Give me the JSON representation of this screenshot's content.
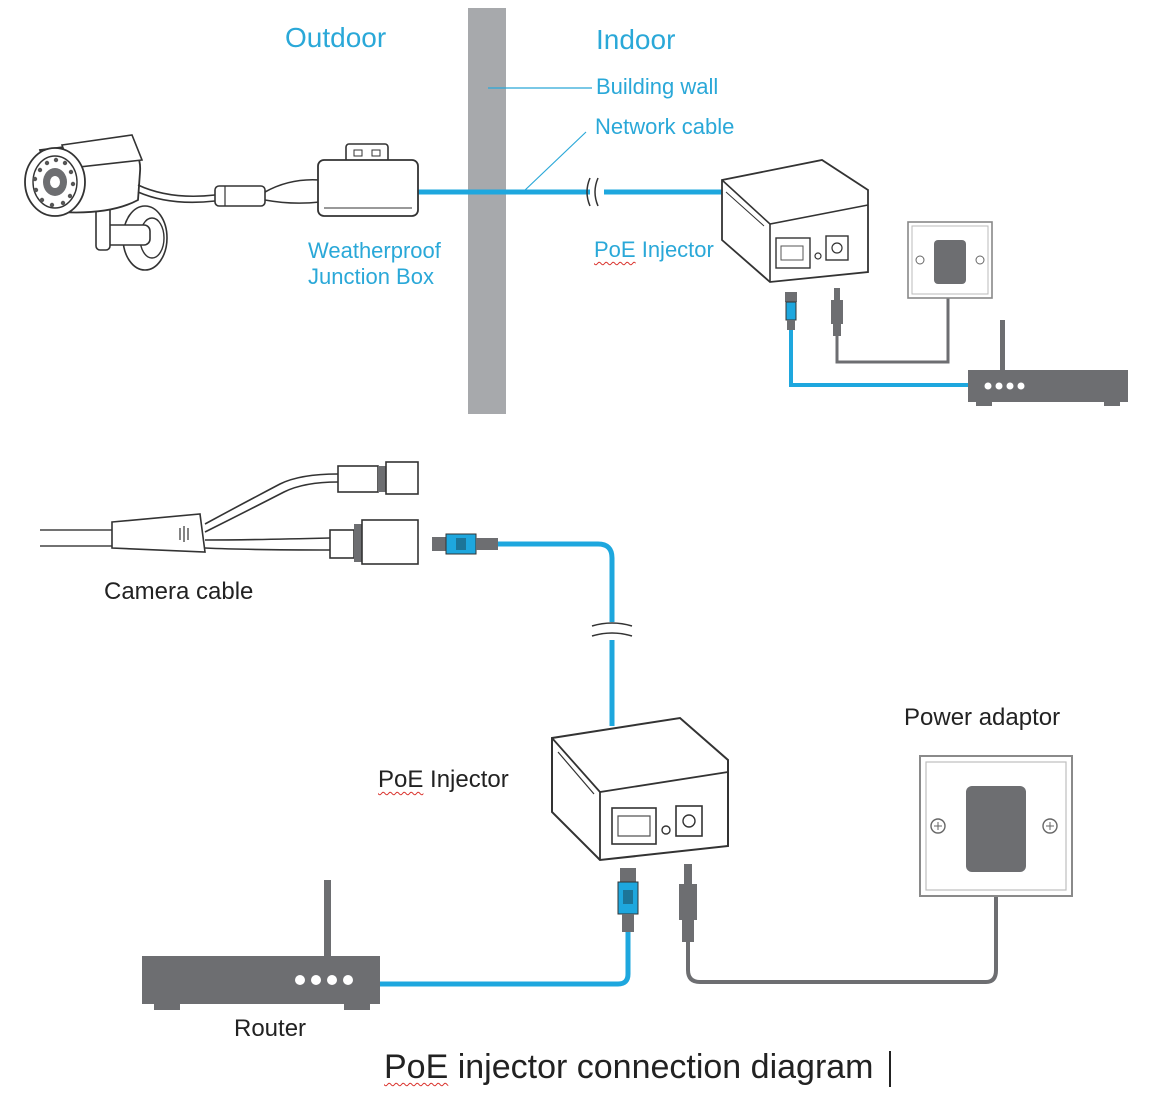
{
  "labels": {
    "outdoor": "Outdoor",
    "indoor": "Indoor",
    "building_wall": "Building wall",
    "network_cable": "Network cable",
    "junction_box_line1": "Weatherproof",
    "junction_box_line2": "Junction Box",
    "poe_injector_top_word": "PoE",
    "poe_injector_top_rest": " Injector",
    "camera_cable": "Camera cable",
    "poe_injector_bottom_word": "PoE",
    "poe_injector_bottom_rest": " Injector",
    "power_adaptor": "Power adaptor",
    "router": "Router",
    "caption_word": "PoE",
    "caption_rest": " injector connection diagram"
  },
  "colors": {
    "cable_blue": "#1ea7de",
    "device_gray": "#6d6e71",
    "wall_gray": "#a7a9ac",
    "label_blue": "#2aa8d8",
    "outline": "#333333"
  }
}
